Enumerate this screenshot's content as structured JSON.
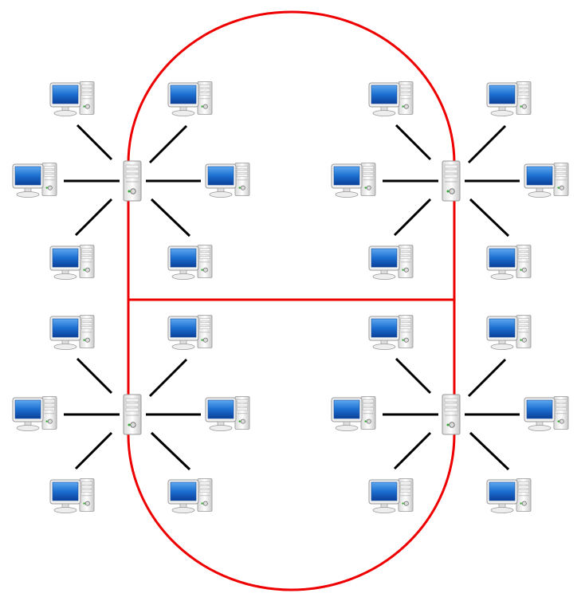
{
  "diagram": {
    "type": "network-topology",
    "backbone_color": "#ee0000",
    "link_color": "#000000",
    "screen_color": "#1a66cc",
    "hubs": [
      {
        "name": "server-top-left",
        "clients": 6
      },
      {
        "name": "server-top-right",
        "clients": 6
      },
      {
        "name": "server-bottom-left",
        "clients": 6
      },
      {
        "name": "server-bottom-right",
        "clients": 6
      }
    ]
  }
}
